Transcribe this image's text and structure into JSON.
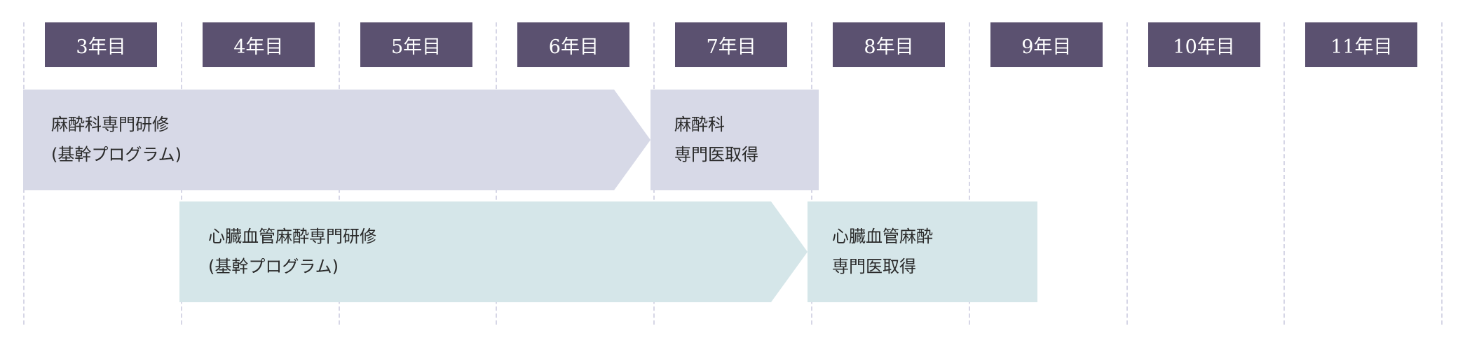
{
  "years": [
    "3年目",
    "4年目",
    "5年目",
    "6年目",
    "7年目",
    "8年目",
    "9年目",
    "10年目",
    "11年目"
  ],
  "tracks": [
    {
      "name": "anesthesiology",
      "color": "#d7d9e7",
      "training_lines": [
        "麻酔科専門研修",
        "(基幹プログラム)"
      ],
      "certification_lines": [
        "麻酔科",
        "専門医取得"
      ]
    },
    {
      "name": "cardiovascular-anesthesia",
      "color": "#d5e6e9",
      "training_lines": [
        "心臓血管麻酔専門研修",
        "(基幹プログラム)"
      ],
      "certification_lines": [
        "心臓血管麻酔",
        "専門医取得"
      ]
    }
  ],
  "header_color": "#5b5170"
}
